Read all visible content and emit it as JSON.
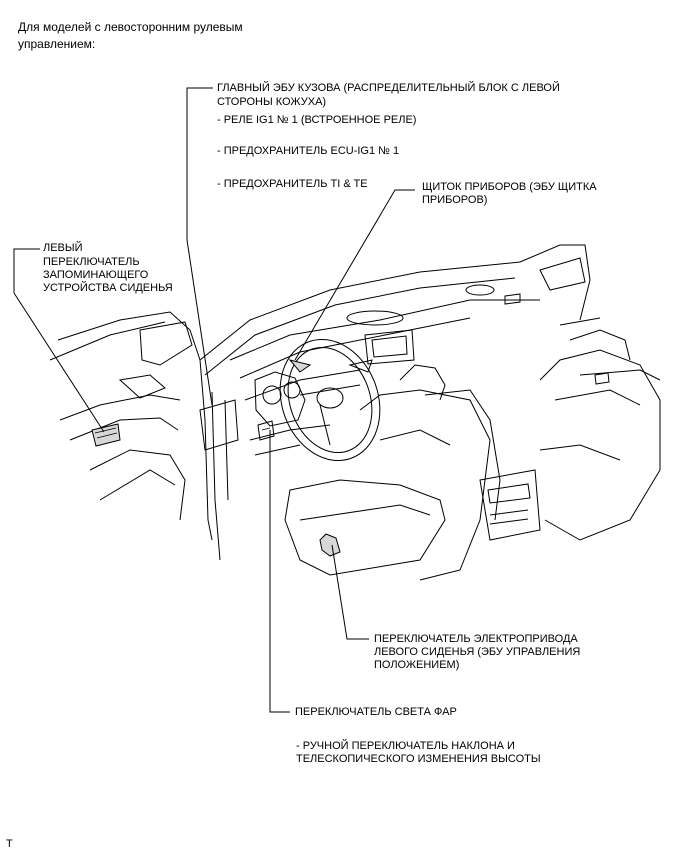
{
  "header": {
    "line1": "Для моделей с левосторонним рулевым",
    "line2": "управлением:"
  },
  "labels": {
    "main_ecu_1": "ГЛАВНЫЙ ЭБУ КУЗОВА (РАСПРЕДЕЛИТЕЛЬНЫЙ БЛОК С ЛЕВОЙ",
    "main_ecu_2": "СТОРОНЫ КОЖУХА)",
    "relay": "- РЕЛЕ IG1 № 1 (ВСТРОЕННОЕ РЕЛЕ)",
    "fuse_ecu": "- ПРЕДОХРАНИТЕЛЬ ECU-IG1 № 1",
    "fuse_ti": "- ПРЕДОХРАНИТЕЛЬ TI & TE",
    "meter_1": "ЩИТОК ПРИБОРОВ (ЭБУ ЩИТКА",
    "meter_2": "ПРИБОРОВ)",
    "memory_1": "ЛЕВЫЙ",
    "memory_2": "ПЕРЕКЛЮЧАТЕЛЬ",
    "memory_3": "ЗАПОМИНАЮЩЕГО",
    "memory_4": "УСТРОЙСТВА СИДЕНЬЯ",
    "seat_1": "ПЕРЕКЛЮЧАТЕЛЬ ЭЛЕКТРОПРИВОДА",
    "seat_2": "ЛЕВОГО СИДЕНЬЯ (ЭБУ УПРАВЛЕНИЯ",
    "seat_3": "ПОЛОЖЕНИЕМ)",
    "headlight": "ПЕРЕКЛЮЧАТЕЛЬ СВЕТА ФАР",
    "tilt_1": "- РУЧНОЙ ПЕРЕКЛЮЧАТЕЛЬ НАКЛОНА И",
    "tilt_2": "ТЕЛЕСКОПИЧЕСКОГО ИЗМЕНЕНИЯ ВЫСОТЫ"
  },
  "footer": {
    "mark": "T"
  }
}
